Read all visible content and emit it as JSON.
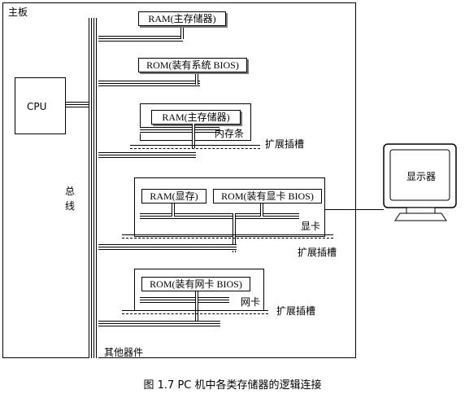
{
  "mainboard_label": "主板",
  "cpu_label": "CPU",
  "bus_label_1": "总",
  "bus_label_2": "线",
  "other_devices_label": "其他器件",
  "chips": {
    "ram_top": "RAM(主存储器)",
    "rom_system": "ROM(装有系统 BIOS)",
    "ram_module": "RAM(主存储器)",
    "vram": "RAM(显存)",
    "rom_video": "ROM(装有显卡 BIOS)",
    "rom_nic": "ROM(装有网卡 BIOS)"
  },
  "cards": {
    "memory_module": "内存条",
    "video_card": "显卡",
    "network_card": "网卡"
  },
  "slots": [
    "扩展插槽",
    "扩展插槽",
    "扩展插槽"
  ],
  "monitor_label": "显示器",
  "caption": "图 1.7 PC 机中各类存储器的逻辑连接"
}
